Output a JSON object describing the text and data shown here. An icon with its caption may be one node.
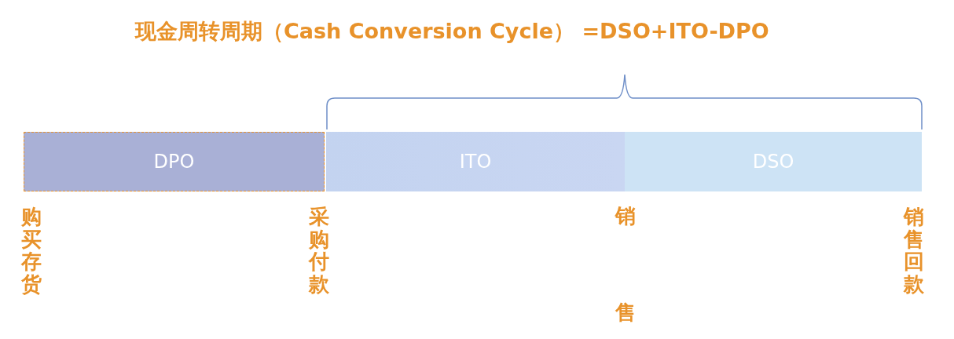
{
  "diagram": {
    "title": "现金周转周期（Cash Conversion Cycle） =DSO+ITO-DPO",
    "nodes": [
      {
        "text": [
          "DPO"
        ]
      },
      {
        "text": [
          "ITO"
        ]
      },
      {
        "text": [
          "DSO"
        ]
      }
    ],
    "labels": [
      "购买存货",
      "采购付款",
      "销售",
      "销售回款"
    ]
  }
}
